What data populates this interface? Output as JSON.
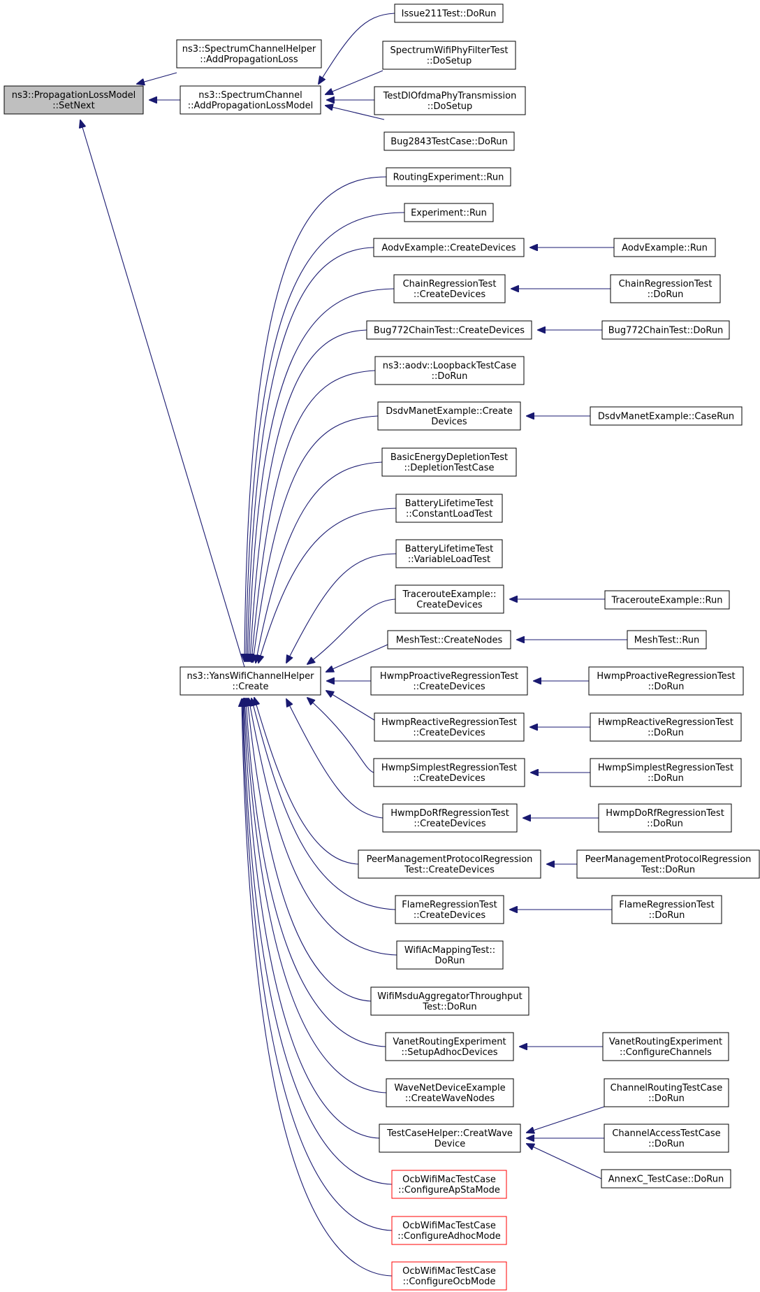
{
  "colors": {
    "edge": "#191970",
    "root_fill": "#bfbfbf",
    "red_border": "#ff0000"
  },
  "nodes": {
    "root": [
      "ns3::PropagationLossModel",
      "::SetNext"
    ],
    "sch_addloss": [
      "ns3::SpectrumChannelHelper",
      "::AddPropagationLoss"
    ],
    "sc_addlossmodel": [
      "ns3::SpectrumChannel",
      "::AddPropagationLossModel"
    ],
    "issue211": [
      "Issue211Test::DoRun"
    ],
    "swphyfilter": [
      "SpectrumWifiPhyFilterTest",
      "::DoSetup"
    ],
    "testdlofdma": [
      "TestDlOfdmaPhyTransmission",
      "::DoSetup"
    ],
    "bug2843": [
      "Bug2843TestCase::DoRun"
    ],
    "yans_create": [
      "ns3::YansWifiChannelHelper",
      "::Create"
    ],
    "routingexp_run": [
      "RoutingExperiment::Run"
    ],
    "experiment_run": [
      "Experiment::Run"
    ],
    "aodvex_cd": [
      "AodvExample::CreateDevices"
    ],
    "aodvex_run": [
      "AodvExample::Run"
    ],
    "chainreg_cd": [
      "ChainRegressionTest",
      "::CreateDevices"
    ],
    "chainreg_run": [
      "ChainRegressionTest",
      "::DoRun"
    ],
    "bug772_cd": [
      "Bug772ChainTest::CreateDevices"
    ],
    "bug772_run": [
      "Bug772ChainTest::DoRun"
    ],
    "loopback": [
      "ns3::aodv::LoopbackTestCase",
      "::DoRun"
    ],
    "dsdv_cd": [
      "DsdvManetExample::Create",
      "Devices"
    ],
    "dsdv_run": [
      "DsdvManetExample::CaseRun"
    ],
    "basicenergy": [
      "BasicEnergyDepletionTest",
      "::DepletionTestCase"
    ],
    "battery_const": [
      "BatteryLifetimeTest",
      "::ConstantLoadTest"
    ],
    "battery_var": [
      "BatteryLifetimeTest",
      "::VariableLoadTest"
    ],
    "traceroute_cd": [
      "TracerouteExample::",
      "CreateDevices"
    ],
    "traceroute_run": [
      "TracerouteExample::Run"
    ],
    "meshtest_cn": [
      "MeshTest::CreateNodes"
    ],
    "meshtest_run": [
      "MeshTest::Run"
    ],
    "hwmppro_cd": [
      "HwmpProactiveRegressionTest",
      "::CreateDevices"
    ],
    "hwmppro_run": [
      "HwmpProactiveRegressionTest",
      "::DoRun"
    ],
    "hwmpreac_cd": [
      "HwmpReactiveRegressionTest",
      "::CreateDevices"
    ],
    "hwmpreac_run": [
      "HwmpReactiveRegressionTest",
      "::DoRun"
    ],
    "hwmpsimp_cd": [
      "HwmpSimplestRegressionTest",
      "::CreateDevices"
    ],
    "hwmpsimp_run": [
      "HwmpSimplestRegressionTest",
      "::DoRun"
    ],
    "hwmpdorf_cd": [
      "HwmpDoRfRegressionTest",
      "::CreateDevices"
    ],
    "hwmpdorf_run": [
      "HwmpDoRfRegressionTest",
      "::DoRun"
    ],
    "peermgmt_cd": [
      "PeerManagementProtocolRegression",
      "Test::CreateDevices"
    ],
    "peermgmt_run": [
      "PeerManagementProtocolRegression",
      "Test::DoRun"
    ],
    "flame_cd": [
      "FlameRegressionTest",
      "::CreateDevices"
    ],
    "flame_run": [
      "FlameRegressionTest",
      "::DoRun"
    ],
    "wifiac": [
      "WifiAcMappingTest::",
      "DoRun"
    ],
    "wifimsdu": [
      "WifiMsduAggregatorThroughput",
      "Test::DoRun"
    ],
    "vanet_setup": [
      "VanetRoutingExperiment",
      "::SetupAdhocDevices"
    ],
    "vanet_conf": [
      "VanetRoutingExperiment",
      "::ConfigureChannels"
    ],
    "wavenet": [
      "WaveNetDeviceExample",
      "::CreateWaveNodes"
    ],
    "testcasehelper": [
      "TestCaseHelper::CreatWave",
      "Device"
    ],
    "chanrouting": [
      "ChannelRoutingTestCase",
      "::DoRun"
    ],
    "chanaccess": [
      "ChannelAccessTestCase",
      "::DoRun"
    ],
    "annexc": [
      "AnnexC_TestCase::DoRun"
    ],
    "ocb_apsta": [
      "OcbWifiMacTestCase",
      "::ConfigureApStaMode"
    ],
    "ocb_adhoc": [
      "OcbWifiMacTestCase",
      "::ConfigureAdhocMode"
    ],
    "ocb_ocb": [
      "OcbWifiMacTestCase",
      "::ConfigureOcbMode"
    ]
  }
}
